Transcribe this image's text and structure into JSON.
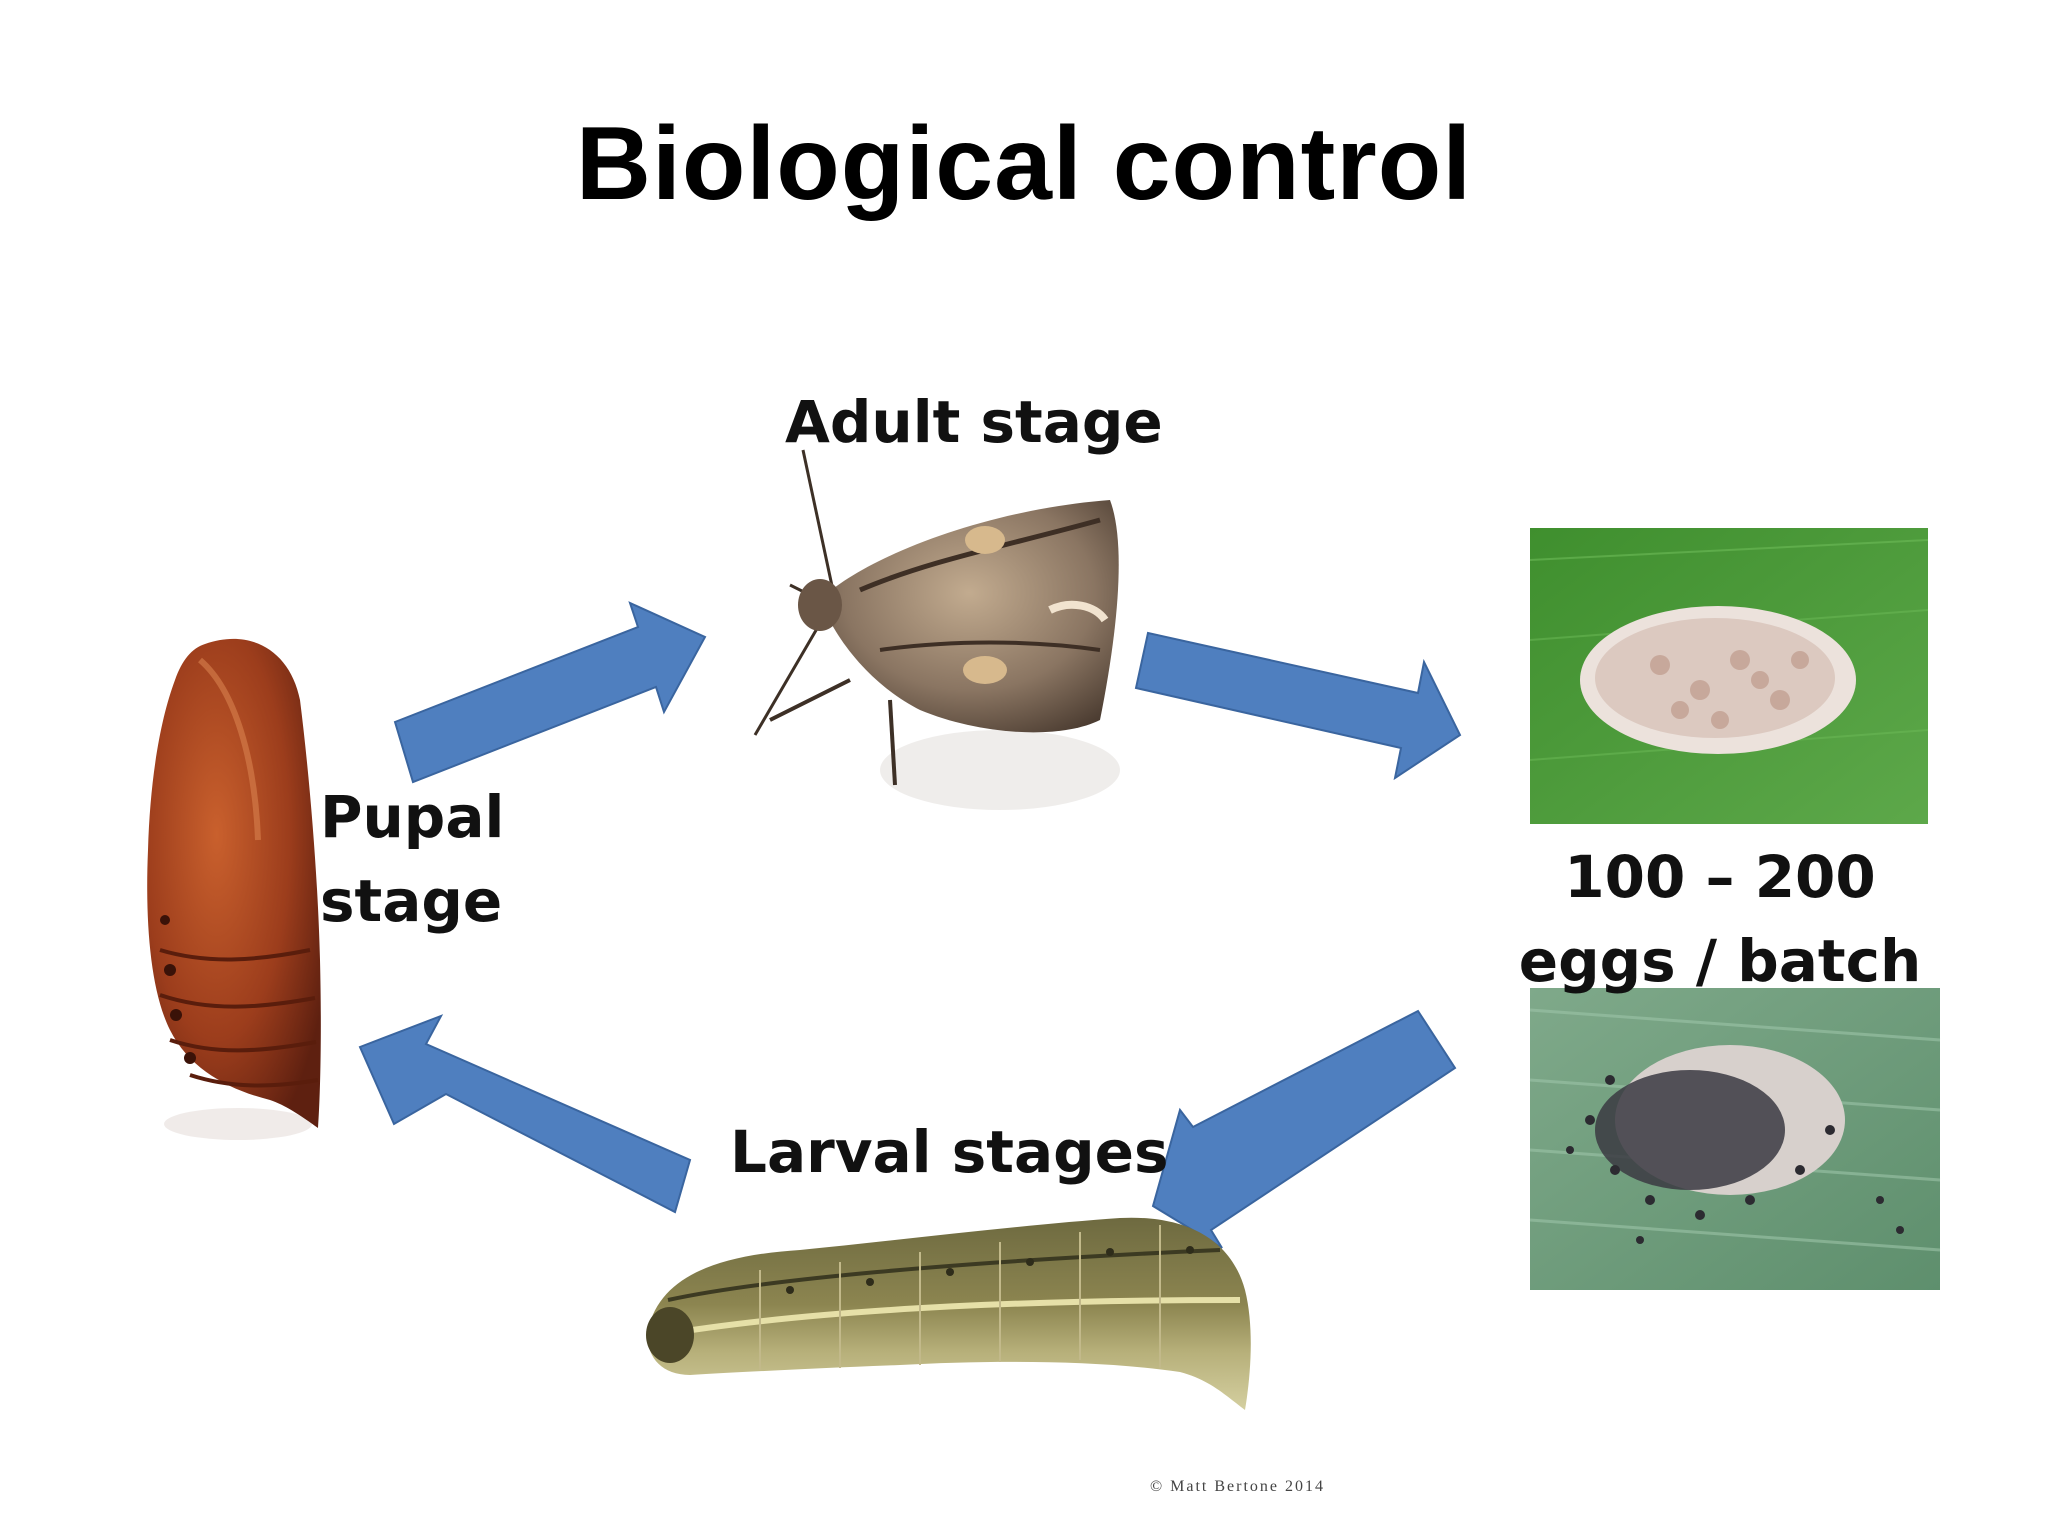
{
  "slide": {
    "title": "Biological control",
    "labels": {
      "adult": "Adult stage",
      "pupal": "Pupal stage",
      "eggs": "100 – 200 eggs / batch",
      "larval": "Larval stages"
    },
    "copyright": "© Matt Bertone 2014"
  },
  "colors": {
    "arrow": "#4f7fbf",
    "arrow_stroke": "#3a659f",
    "leaf_green": "#4f9a3a",
    "leaf_gray_green": "#6c9a7a",
    "pupa": "#9c3d1c",
    "moth": "#8a7562",
    "caterpillar": "#8a8a5a"
  },
  "icons": [
    "pupa-image",
    "moth-image",
    "egg-batch-image",
    "hatching-larvae-image",
    "caterpillar-image"
  ]
}
